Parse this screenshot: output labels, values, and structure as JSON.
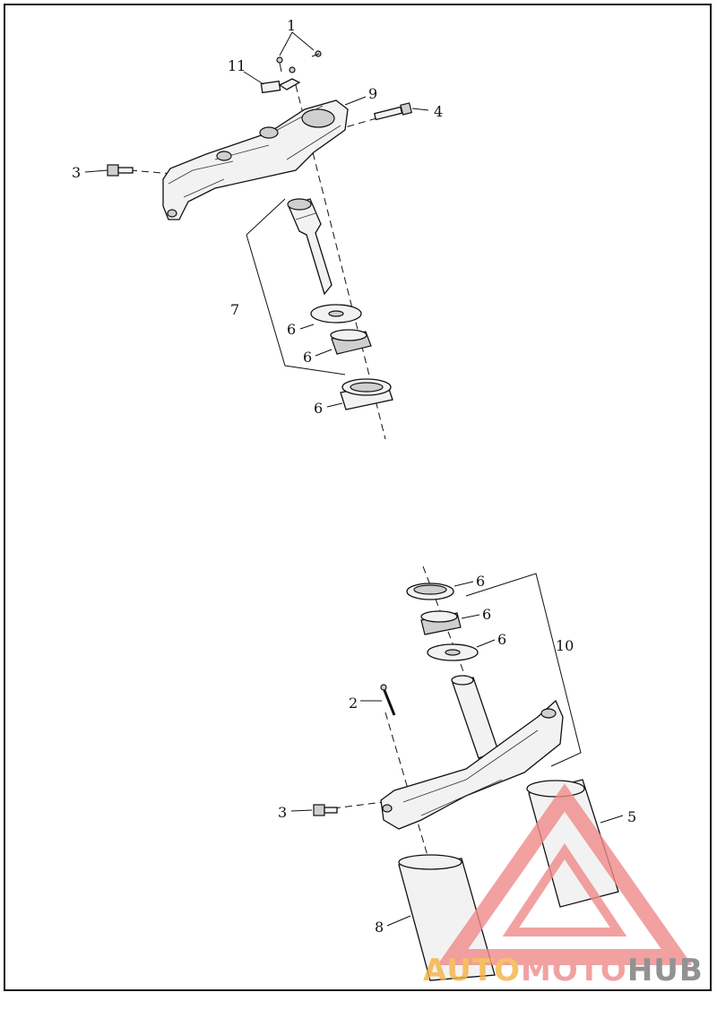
{
  "callouts": {
    "c1": "1",
    "c2": "2",
    "c3_top": "3",
    "c3_bottom": "3",
    "c4": "4",
    "c5": "5",
    "c6_a": "6",
    "c6_b": "6",
    "c6_c": "6",
    "c6_d": "6",
    "c6_e": "6",
    "c6_f": "6",
    "c7": "7",
    "c8": "8",
    "c9": "9",
    "c10": "10",
    "c11": "11"
  },
  "watermark": {
    "part1": "AUTO",
    "part2": "MOTO",
    "part3": "HUB",
    "color_triangle": "#f08a8a",
    "color_auto": "#f5b240",
    "color_moto": "#f08a8a",
    "color_hub": "#777777"
  }
}
